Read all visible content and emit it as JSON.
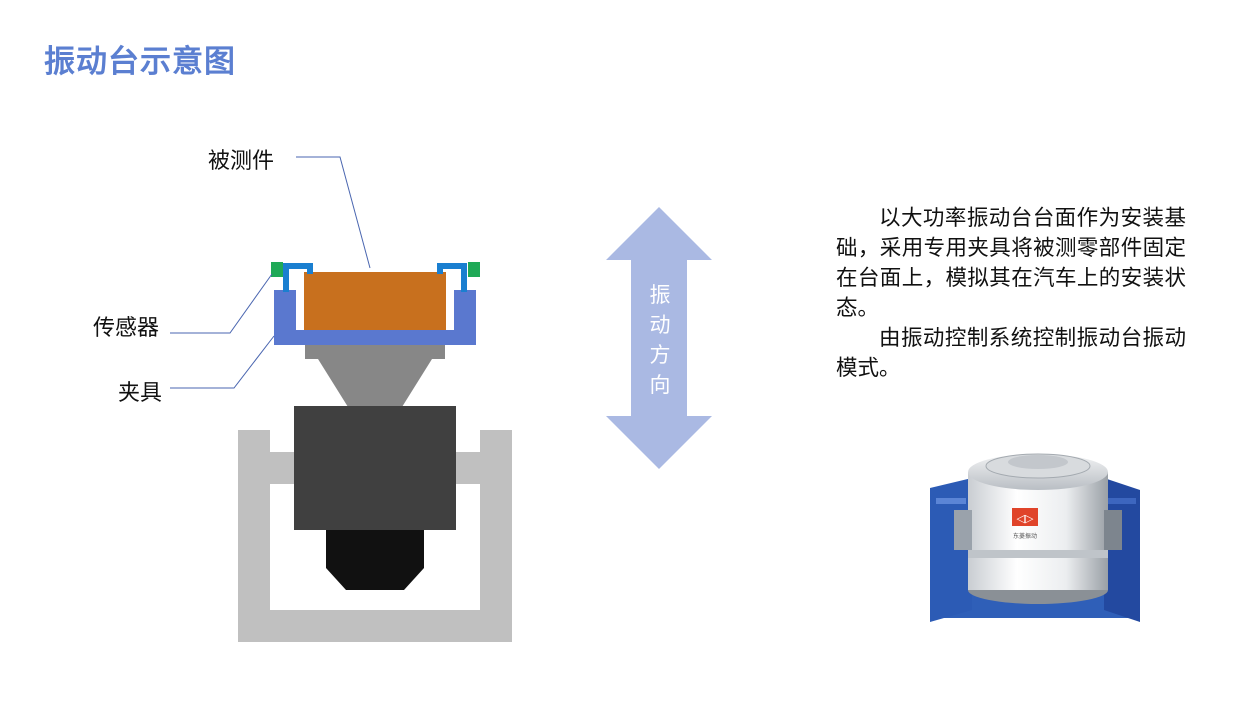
{
  "page": {
    "title": "振动台示意图"
  },
  "labels": {
    "specimen": "被测件",
    "sensor": "传感器",
    "fixture": "夹具"
  },
  "arrow": {
    "chars": [
      "振",
      "动",
      "方",
      "向"
    ]
  },
  "description": {
    "paragraphs": [
      "以大功率振动台台面作为安装基础，采用专用夹具将被测零部件固定在台面上，模拟其在汽车上的安装状态。",
      "由振动控制系统控制振动台振动模式。"
    ]
  },
  "photo": {
    "logo_text": "◁▷",
    "caption": "东菱振动"
  },
  "colors": {
    "title": "#5b7fd1",
    "fixture": "#5a78cf",
    "specimen": "#c8701e",
    "sensor": "#1fa957",
    "arrow": "#aab9e3"
  }
}
